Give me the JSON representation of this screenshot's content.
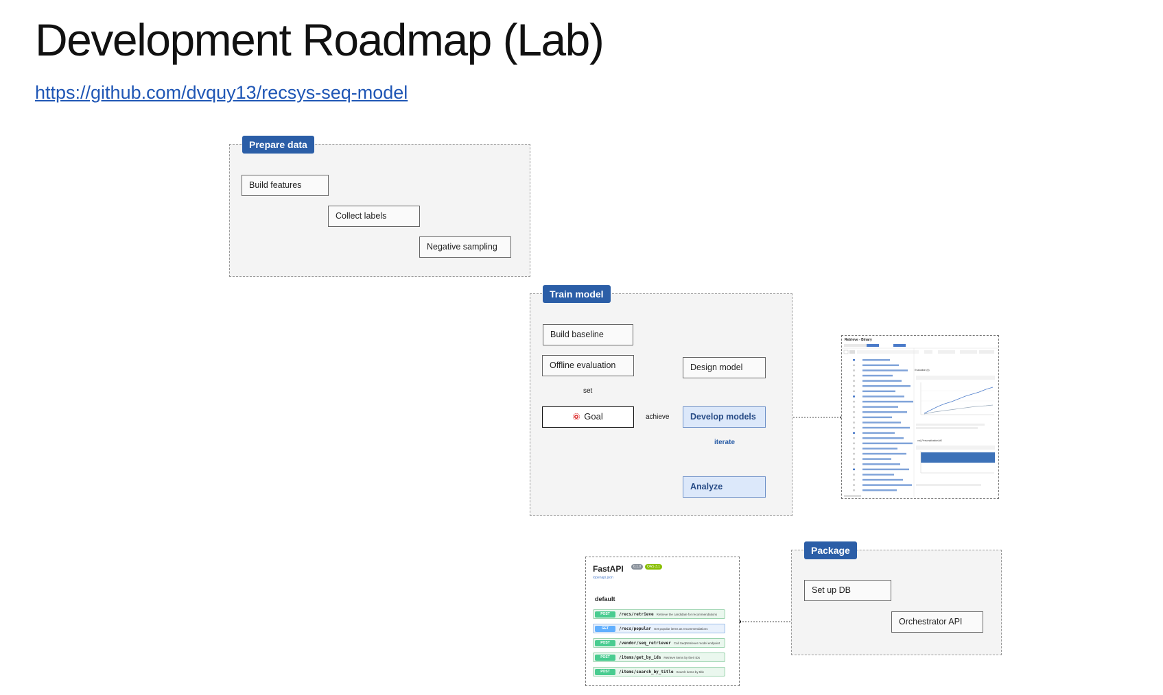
{
  "title": "Development Roadmap (Lab)",
  "link": "https://github.com/dvquy13/recsys-seq-model",
  "groups": {
    "prepare": {
      "label": "Prepare data",
      "nodes": {
        "build_features": "Build features",
        "collect_labels": "Collect labels",
        "negative_sampling": "Negative sampling"
      }
    },
    "train": {
      "label": "Train model",
      "nodes": {
        "build_baseline": "Build baseline",
        "offline_eval": "Offline evaluation",
        "design_model": "Design model",
        "goal": "Goal",
        "develop_models": "Develop models",
        "analyze": "Analyze"
      },
      "edges": {
        "set": "set",
        "achieve": "achieve",
        "iterate": "iterate"
      }
    },
    "package": {
      "label": "Package",
      "nodes": {
        "setup_db": "Set up DB",
        "orchestrator_api": "Orchestrator API"
      }
    }
  },
  "icons": {
    "goal": "target-icon"
  },
  "colors": {
    "group_label": "#2b5ea7",
    "highlight_fill": "#dce8fa",
    "group_fill": "#f4f4f4"
  },
  "fastapi": {
    "title": "FastAPI",
    "badges": [
      "0.1.0",
      "OAS 3.1"
    ],
    "subtitle": "/openapi.json",
    "section": "default",
    "endpoints": [
      {
        "method": "POST",
        "path": "/recs/retrieve",
        "desc": "Retrieve the candidate for recommendations"
      },
      {
        "method": "GET",
        "path": "/recs/popular",
        "desc": "Get popular items as recommendations"
      },
      {
        "method": "POST",
        "path": "/vendor/seq_retriever",
        "desc": "Call SeqRetriever model endpoint"
      },
      {
        "method": "POST",
        "path": "/items/get_by_ids",
        "desc": "Retrieve items by their IDs"
      },
      {
        "method": "POST",
        "path": "/items/search_by_title",
        "desc": "Search items by title"
      }
    ]
  },
  "eval_dashboard": {
    "title": "Retrieve - Binary",
    "section_top": "Evaluation (6)",
    "section_bottom": "val_PersonalizationAtK"
  }
}
